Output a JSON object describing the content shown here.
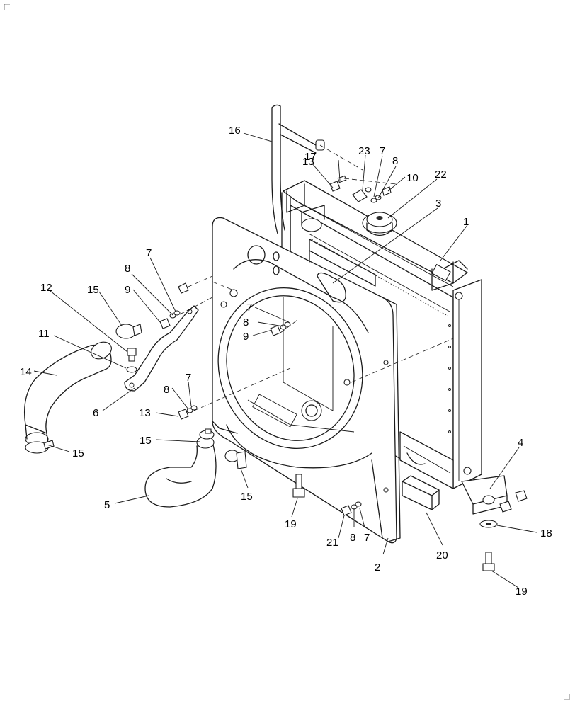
{
  "callouts": [
    {
      "id": "c1",
      "label": "1"
    },
    {
      "id": "c2",
      "label": "2"
    },
    {
      "id": "c3",
      "label": "3"
    },
    {
      "id": "c4",
      "label": "4"
    },
    {
      "id": "c5",
      "label": "5"
    },
    {
      "id": "c6",
      "label": "6"
    },
    {
      "id": "c7a",
      "label": "7"
    },
    {
      "id": "c7b",
      "label": "7"
    },
    {
      "id": "c7c",
      "label": "7"
    },
    {
      "id": "c7d",
      "label": "7"
    },
    {
      "id": "c7e",
      "label": "7"
    },
    {
      "id": "c8a",
      "label": "8"
    },
    {
      "id": "c8b",
      "label": "8"
    },
    {
      "id": "c8c",
      "label": "8"
    },
    {
      "id": "c8d",
      "label": "8"
    },
    {
      "id": "c8e",
      "label": "8"
    },
    {
      "id": "c9a",
      "label": "9"
    },
    {
      "id": "c9b",
      "label": "9"
    },
    {
      "id": "c10",
      "label": "10"
    },
    {
      "id": "c11",
      "label": "11"
    },
    {
      "id": "c12",
      "label": "12"
    },
    {
      "id": "c13a",
      "label": "13"
    },
    {
      "id": "c13b",
      "label": "13"
    },
    {
      "id": "c14",
      "label": "14"
    },
    {
      "id": "c15a",
      "label": "15"
    },
    {
      "id": "c15b",
      "label": "15"
    },
    {
      "id": "c15c",
      "label": "15"
    },
    {
      "id": "c15d",
      "label": "15"
    },
    {
      "id": "c16",
      "label": "16"
    },
    {
      "id": "c17",
      "label": "17"
    },
    {
      "id": "c18",
      "label": "18"
    },
    {
      "id": "c19a",
      "label": "19"
    },
    {
      "id": "c19b",
      "label": "19"
    },
    {
      "id": "c20",
      "label": "20"
    },
    {
      "id": "c21",
      "label": "21"
    },
    {
      "id": "c22",
      "label": "22"
    },
    {
      "id": "c23",
      "label": "23"
    }
  ]
}
